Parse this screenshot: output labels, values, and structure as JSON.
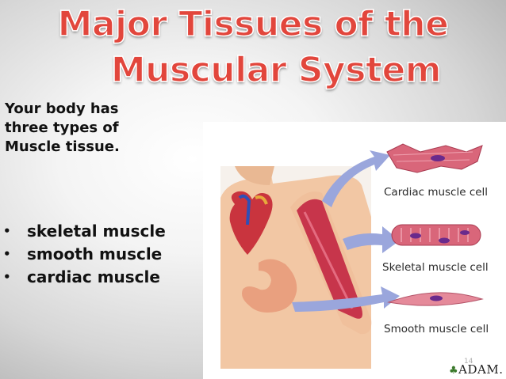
{
  "slide": {
    "title_lines": [
      "Major Tissues of the",
      "Muscular System"
    ],
    "intro_lines": [
      "Your body has",
      "three types of",
      "Muscle tissue."
    ],
    "bullet_glyph": "•",
    "bullets": [
      "skeletal muscle",
      "smooth muscle",
      "cardiac muscle"
    ],
    "page_number": "14"
  },
  "illustration": {
    "labels": {
      "cardiac": "Cardiac muscle cell",
      "skeletal": "Skeletal muscle cell",
      "smooth": "Smooth muscle cell"
    },
    "logo_leaf": "♣",
    "logo_text": "ADAM."
  },
  "colors": {
    "title": "#e2463c",
    "muscle": "#d9667a",
    "arrow": "#9aa6dc",
    "skin": "#f2c7a4",
    "nucleus": "#6a2a8c"
  }
}
